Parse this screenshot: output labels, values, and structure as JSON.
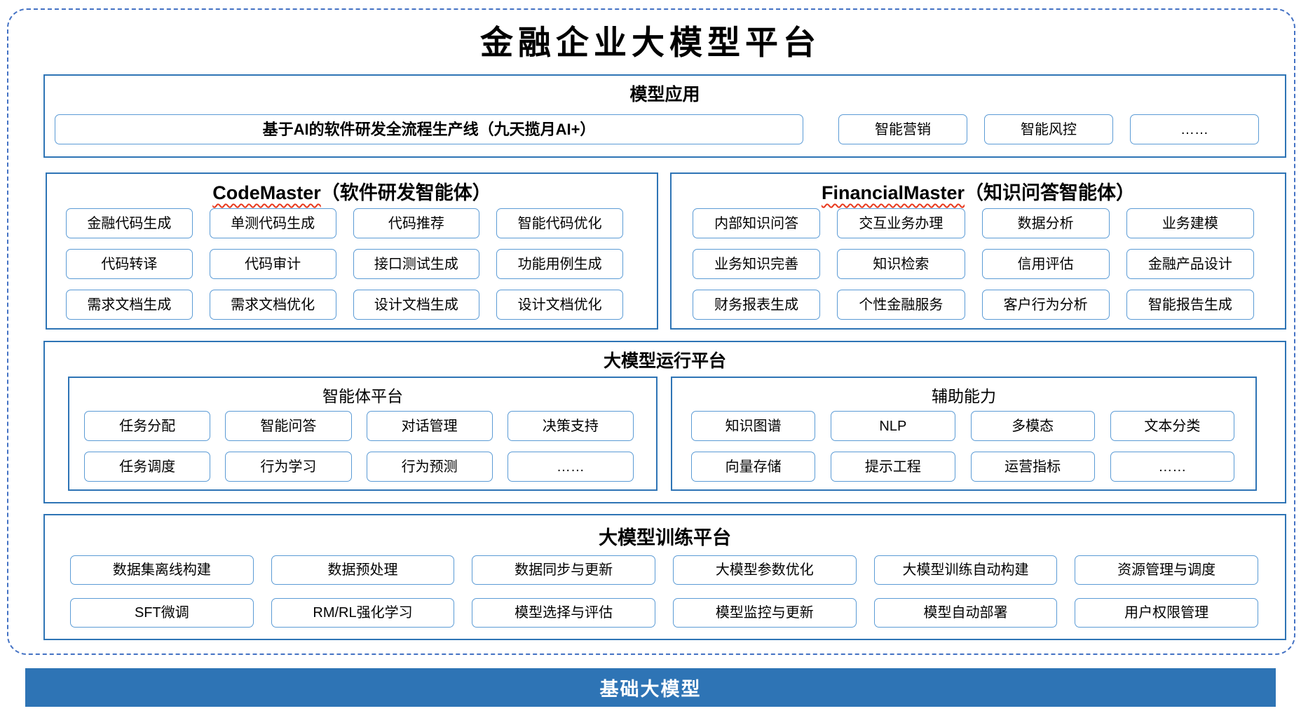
{
  "title": "金融企业大模型平台",
  "colors": {
    "frame": "#4472C4",
    "section_border": "#2E74B5",
    "box_border": "#5B9BD5",
    "bar_bg": "#2E74B5",
    "bar_text": "#FFFFFF",
    "wavy": "#E8391D"
  },
  "model_app": {
    "heading": "模型应用",
    "items": [
      "基于AI的软件研发全流程生产线（九天揽月AI+）",
      "智能营销",
      "智能风控",
      "……"
    ]
  },
  "codemaster": {
    "name": "CodeMaster",
    "suffix": "（软件研发智能体）",
    "items": [
      "金融代码生成",
      "单测代码生成",
      "代码推荐",
      "智能代码优化",
      "代码转译",
      "代码审计",
      "接口测试生成",
      "功能用例生成",
      "需求文档生成",
      "需求文档优化",
      "设计文档生成",
      "设计文档优化"
    ]
  },
  "financialmaster": {
    "name": "FinancialMaster",
    "suffix": "（知识问答智能体）",
    "items": [
      "内部知识问答",
      "交互业务办理",
      "数据分析",
      "业务建模",
      "业务知识完善",
      "知识检索",
      "信用评估",
      "金融产品设计",
      "财务报表生成",
      "个性金融服务",
      "客户行为分析",
      "智能报告生成"
    ]
  },
  "runtime": {
    "heading": "大模型运行平台",
    "agent_platform": {
      "heading": "智能体平台",
      "items": [
        "任务分配",
        "智能问答",
        "对话管理",
        "决策支持",
        "任务调度",
        "行为学习",
        "行为预测",
        "……"
      ]
    },
    "aux": {
      "heading": "辅助能力",
      "items": [
        "知识图谱",
        "NLP",
        "多模态",
        "文本分类",
        "向量存储",
        "提示工程",
        "运营指标",
        "……"
      ]
    }
  },
  "training": {
    "heading": "大模型训练平台",
    "items": [
      "数据集离线构建",
      "数据预处理",
      "数据同步与更新",
      "大模型参数优化",
      "大模型训练自动构建",
      "资源管理与调度",
      "SFT微调",
      "RM/RL强化学习",
      "模型选择与评估",
      "模型监控与更新",
      "模型自动部署",
      "用户权限管理"
    ]
  },
  "base_model_bar": "基础大模型"
}
